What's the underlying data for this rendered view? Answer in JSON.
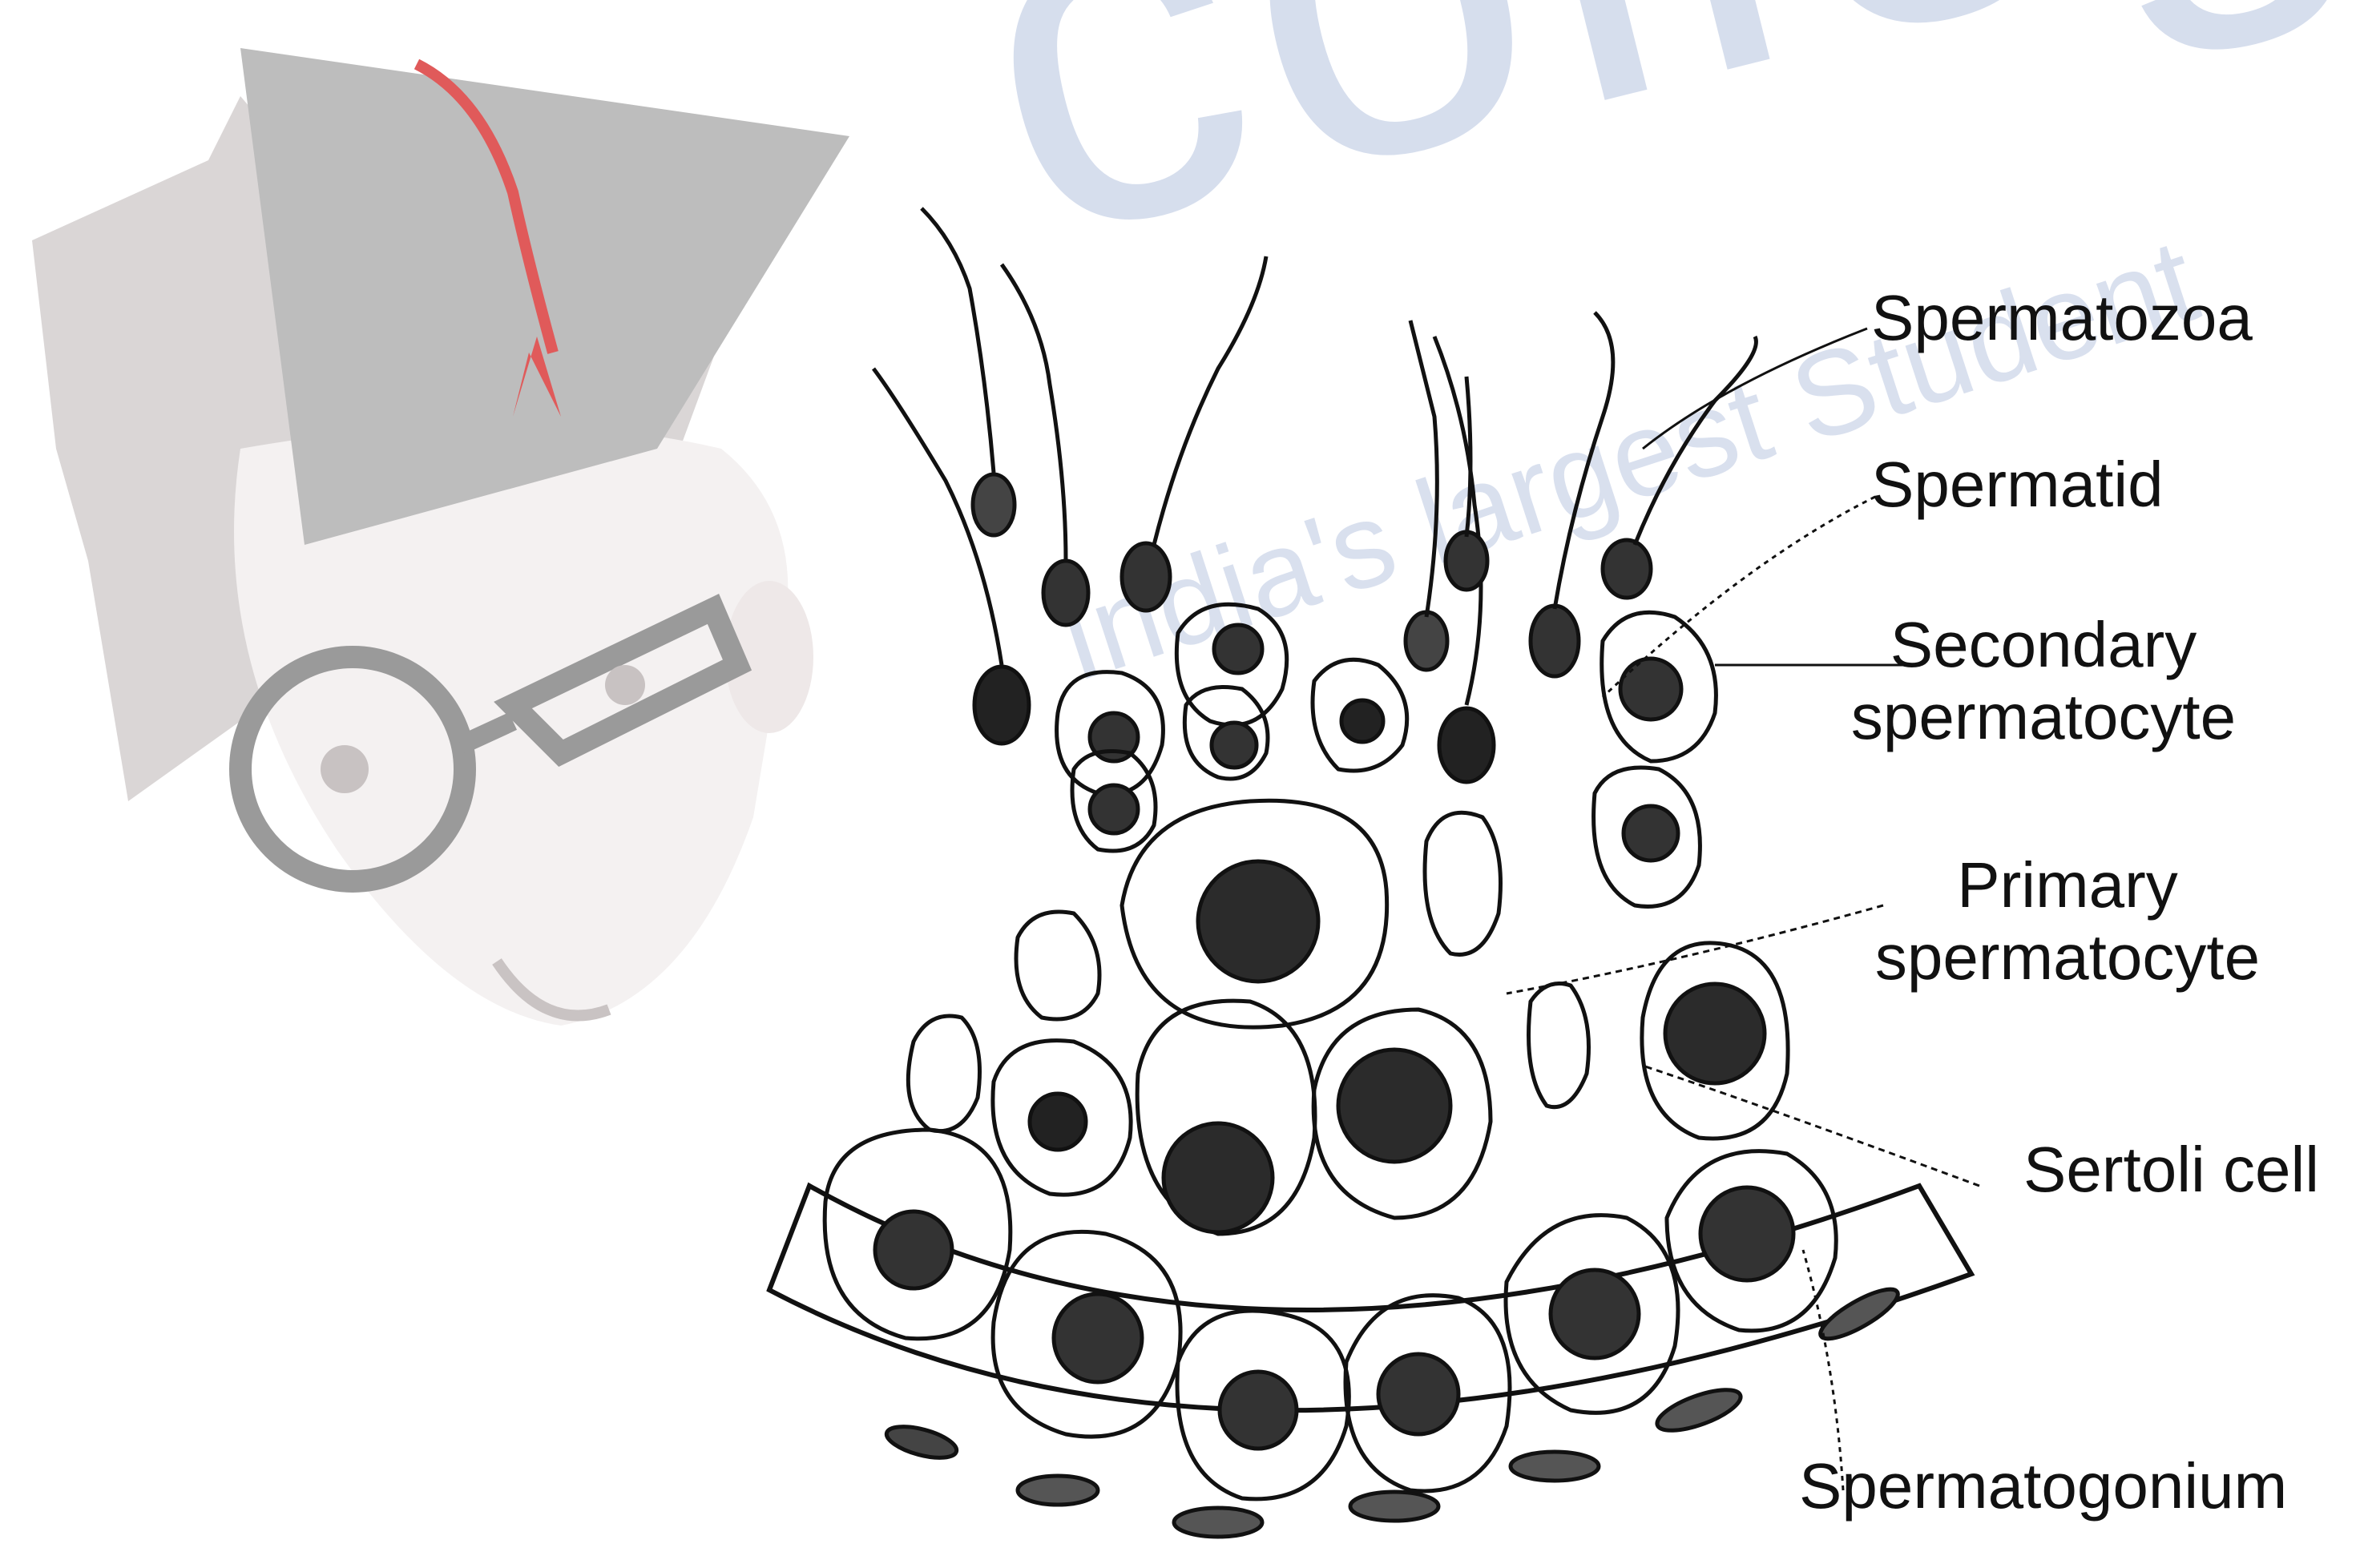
{
  "labels": {
    "spermatozoa": "Spermatozoa",
    "spermatid": "Spermatid",
    "secondary_spermatocyte": [
      "Secondary",
      "spermatocyte"
    ],
    "primary_spermatocyte": [
      "Primary",
      "spermatocyte"
    ],
    "sertoli_cell": "Sertoli cell",
    "spermatogonium": "Spermatogonium"
  },
  "watermark": {
    "brand": "college",
    "tagline": "India's largest Student"
  },
  "colors": {
    "ink": "#111111",
    "watermark_blue": "#c9d3e8",
    "cap": "#bdbdbd",
    "tassel": "#e05a5a",
    "hair": "#cfcaca",
    "face": "#f3f0f0"
  }
}
